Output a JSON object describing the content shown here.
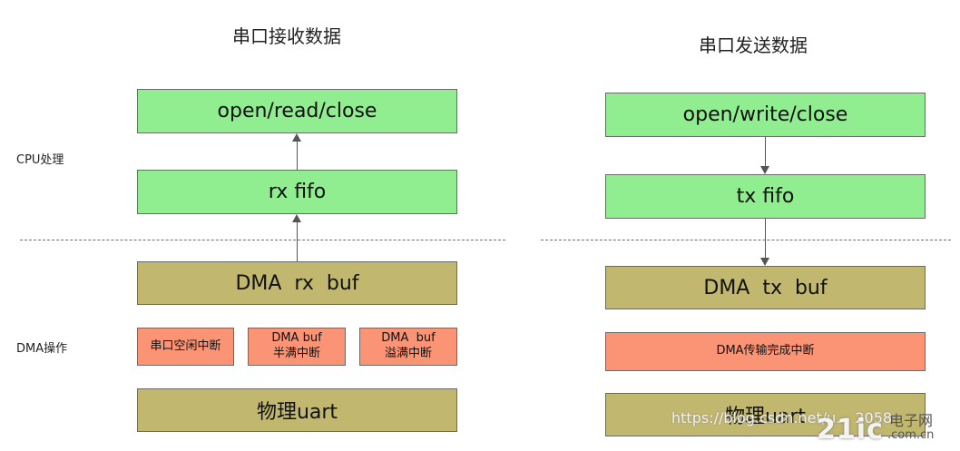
{
  "titles": {
    "receive": "串口接收数据",
    "send": "串口发送数据"
  },
  "side_labels": {
    "cpu": "CPU处理",
    "dma": "DMA操作"
  },
  "receive": {
    "app_box": "open/read/close",
    "fifo_box": "rx fifo",
    "dma_box": "DMA  rx  buf",
    "interrupts": [
      {
        "line1": "串口空闲中断",
        "line2": ""
      },
      {
        "line1": "DMA buf",
        "line2": "半满中断"
      },
      {
        "line1": "DMA  buf",
        "line2": "溢满中断"
      }
    ],
    "phy_box": "物理uart"
  },
  "send": {
    "app_box": "open/write/close",
    "fifo_box": "tx fifo",
    "dma_box": "DMA  tx  buf",
    "interrupt": "DMA传输完成中断",
    "phy_box": "物理uart"
  },
  "watermark": {
    "url": "https://blog.csdn.net/u… 2058",
    "logo": "21ic",
    "logo_sub": "电子网",
    "logo_domain": ".com.cn"
  },
  "colors": {
    "green": "#90ee90",
    "olive": "#c2b76f",
    "salmon": "#fb9474"
  }
}
